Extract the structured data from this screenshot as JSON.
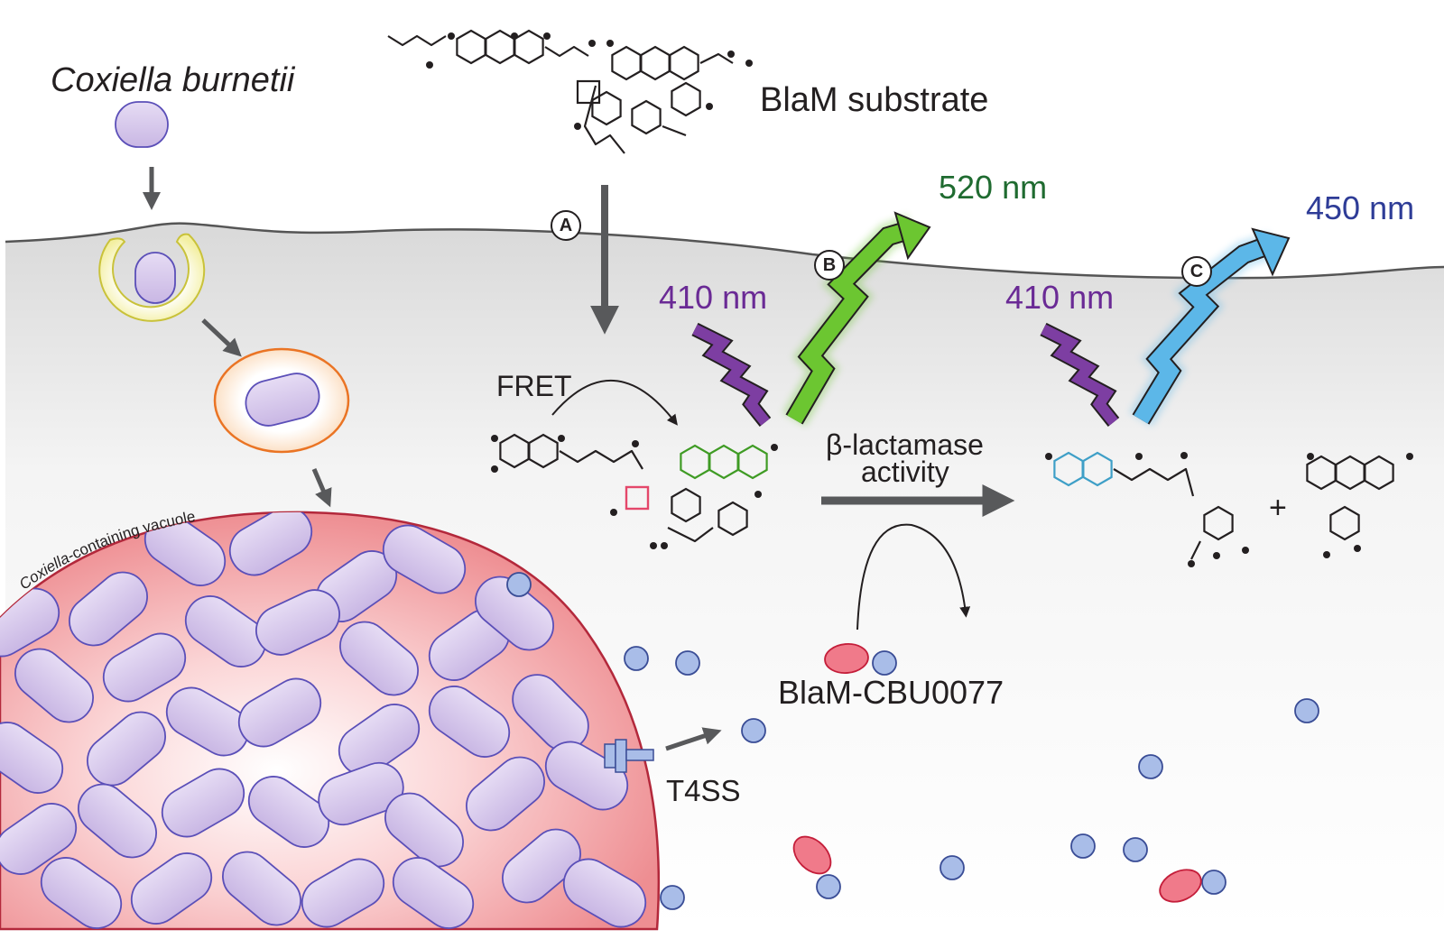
{
  "labels": {
    "species": "Coxiella burnetii",
    "substrate": "BlaM substrate",
    "emission_green": "520 nm",
    "emission_blue": "450 nm",
    "excitation_1": "410 nm",
    "excitation_2": "410 nm",
    "fret": "FRET",
    "activity_line1": "β-lactamase",
    "activity_line2": "activity",
    "fusion_protein": "BlaM-CBU0077",
    "secretion_system": "T4SS",
    "vacuole_italic": "Coxiella",
    "vacuole_rest": "-containing vacuole",
    "plus": "+"
  },
  "steps": {
    "a": "A",
    "b": "B",
    "c": "C"
  },
  "colors": {
    "cell_membrane": "#555555",
    "cytoplasm": "#e3e3e3",
    "bacterium_fill": "#ddd3ee",
    "bacterium_stroke": "#5b4fb8",
    "early_vacuole": "#c9c23a",
    "late_vacuole": "#ea7424",
    "ccv_fill": "#ee8e92",
    "ccv_stroke": "#b3283b",
    "blam_red": "#f07a8a",
    "effector_blue": "#a9bde8",
    "green_emission": "#6cc631",
    "blue_emission": "#5cb7e8",
    "violet_excitation": "#7d3ea2"
  }
}
